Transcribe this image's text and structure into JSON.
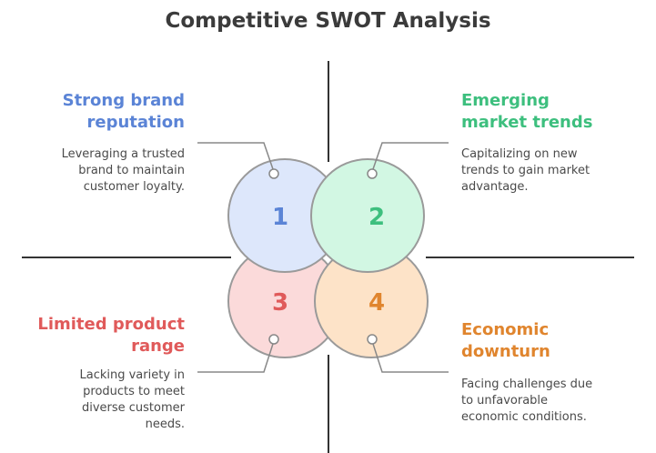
{
  "title": "Competitive SWOT Analysis",
  "quadrants": [
    {
      "number": "1",
      "heading_line1": "Strong brand",
      "heading_line2": "reputation",
      "desc_lines": [
        "Leveraging a trusted",
        "brand to maintain",
        "customer loyalty."
      ],
      "color": "#5b84d6",
      "fill": "#dde7fb"
    },
    {
      "number": "2",
      "heading_line1": "Emerging",
      "heading_line2": "market trends",
      "desc_lines": [
        "Capitalizing on new",
        "trends to gain market",
        "advantage."
      ],
      "color": "#3dbf7e",
      "fill": "#d2f7e3"
    },
    {
      "number": "3",
      "heading_line1": "Limited product",
      "heading_line2": "range",
      "desc_lines": [
        "Lacking variety in",
        "products to meet",
        "diverse customer",
        "needs."
      ],
      "color": "#e05a5a",
      "fill": "#fbdada"
    },
    {
      "number": "4",
      "heading_line1": "Economic",
      "heading_line2": "downturn",
      "desc_lines": [
        "Facing challenges due",
        "to unfavorable",
        "economic conditions."
      ],
      "color": "#e0852e",
      "fill": "#fde3c8"
    }
  ]
}
